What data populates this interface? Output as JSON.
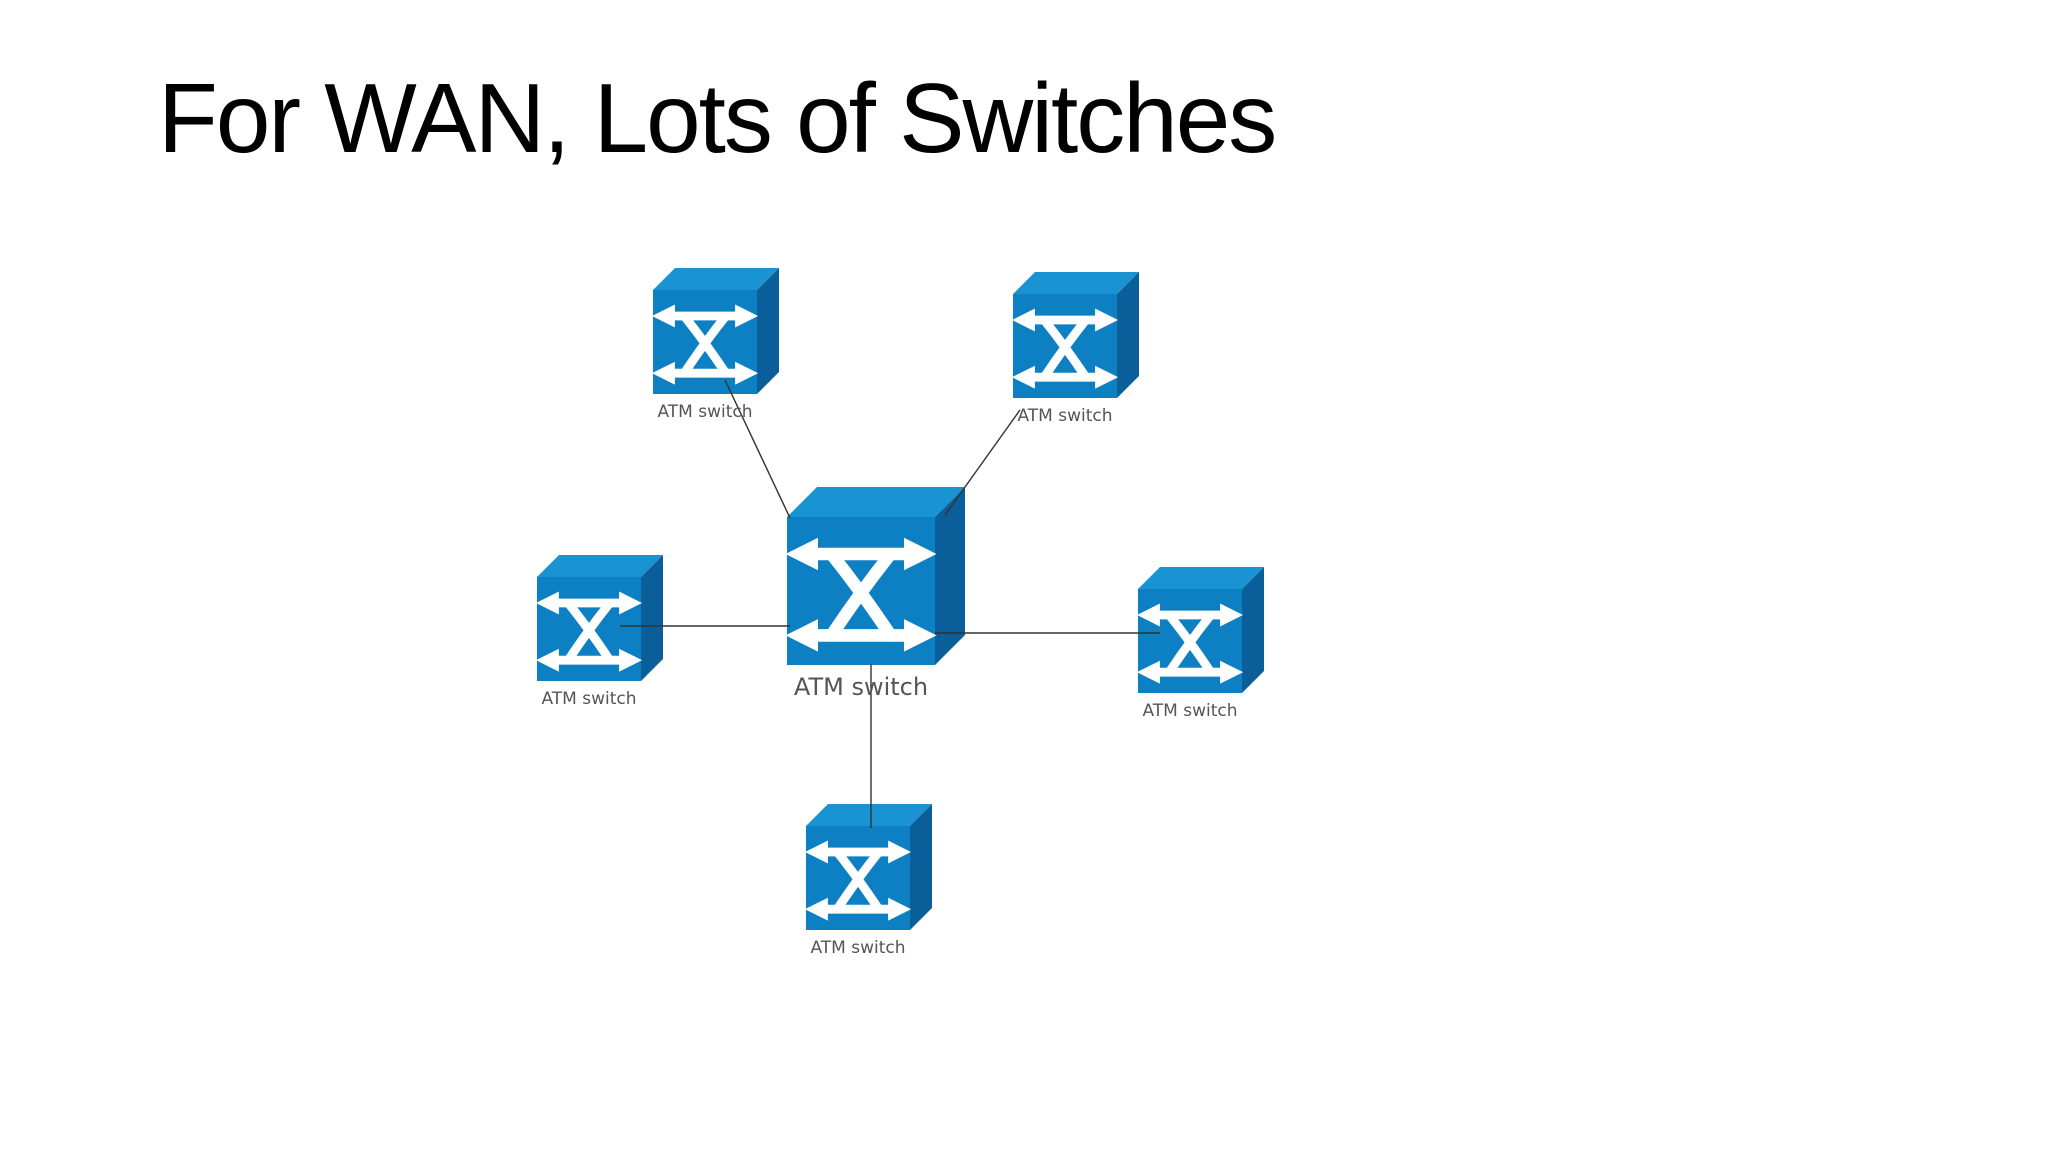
{
  "slide": {
    "title": "For WAN, Lots of Switches"
  },
  "colors": {
    "front": "#0d7fc3",
    "top": "#1a93d3",
    "side": "#0a5f9a",
    "arrow": "#ffffff",
    "link": "#333333",
    "label": "#555555"
  },
  "icon": "atm-switch-icon",
  "diagram": {
    "nodes": [
      {
        "id": "center",
        "label": "ATM switch"
      },
      {
        "id": "top-left",
        "label": "ATM switch"
      },
      {
        "id": "top-right",
        "label": "ATM switch"
      },
      {
        "id": "left",
        "label": "ATM switch"
      },
      {
        "id": "right",
        "label": "ATM switch"
      },
      {
        "id": "bottom",
        "label": "ATM switch"
      }
    ],
    "links": [
      {
        "from": "center",
        "to": "top-left"
      },
      {
        "from": "center",
        "to": "top-right"
      },
      {
        "from": "center",
        "to": "left"
      },
      {
        "from": "center",
        "to": "right"
      },
      {
        "from": "center",
        "to": "bottom"
      }
    ]
  }
}
